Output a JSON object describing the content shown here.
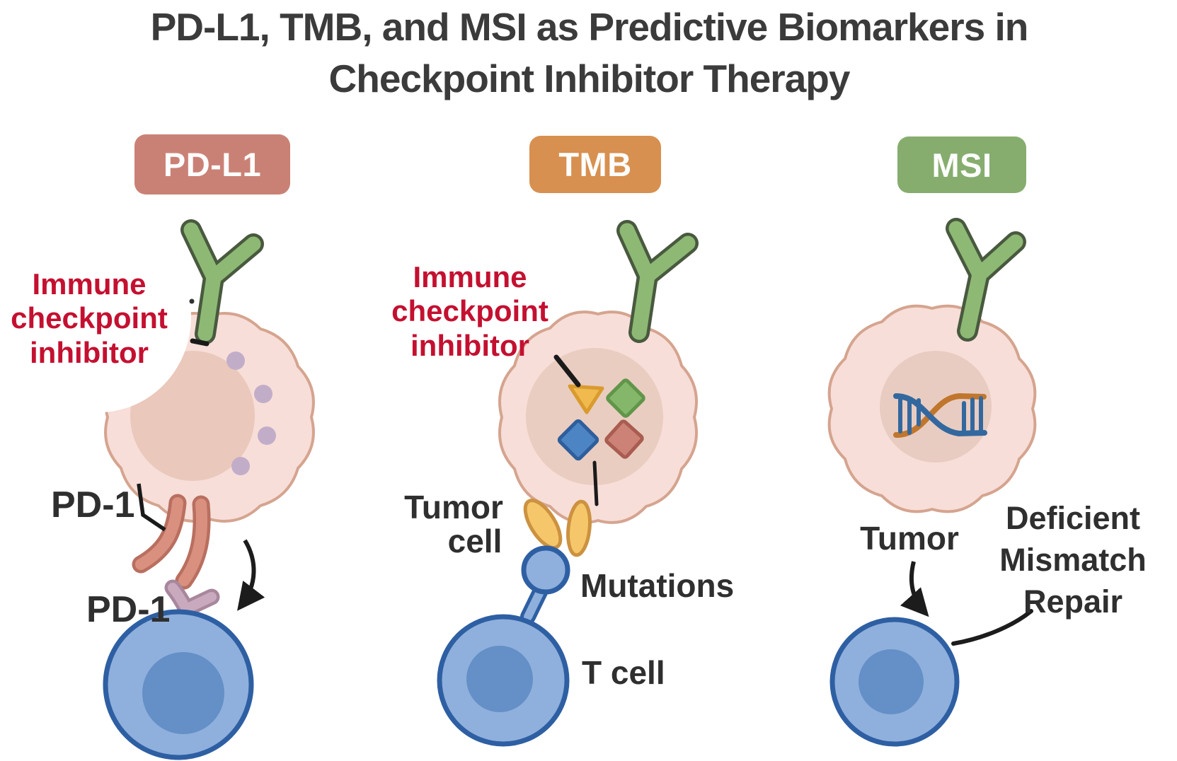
{
  "title": {
    "line1": "PD-L1, TMB, and MSI as Predictive Biomarkers in",
    "line2": "Checkpoint Inhibitor Therapy"
  },
  "colors": {
    "pdl1_badge": "#CA8175",
    "tmb_badge": "#D7904F",
    "msi_badge": "#86AD6E",
    "inhibitor_text_red": "#C41030",
    "antibody_green": "#8DB974",
    "tumor_cell_fill": "#F7DED8",
    "tumor_cell_outline": "#D5A48F",
    "t_cell_fill": "#8FB0DC",
    "t_cell_outline": "#2E5FA3",
    "label_text": "#2F2F2F"
  },
  "panels": [
    {
      "badge": "PD-L1",
      "inhibitor_lines": [
        "Immune",
        "checkpoint",
        "inhibitor"
      ],
      "receptor_label_top": "PD-1",
      "receptor_label_bottom": "PD-1"
    },
    {
      "badge": "TMB",
      "inhibitor_lines": [
        "Immune",
        "checkpoint",
        "inhibitor"
      ],
      "tumor_label_lines": [
        "Tumor",
        "cell"
      ],
      "mutations_label": "Mutations",
      "t_cell_label": "T cell"
    },
    {
      "badge": "MSI",
      "tumor_label": "Tumor",
      "dmr_lines": [
        "Deficient",
        "Mismatch",
        "Repair"
      ]
    }
  ]
}
